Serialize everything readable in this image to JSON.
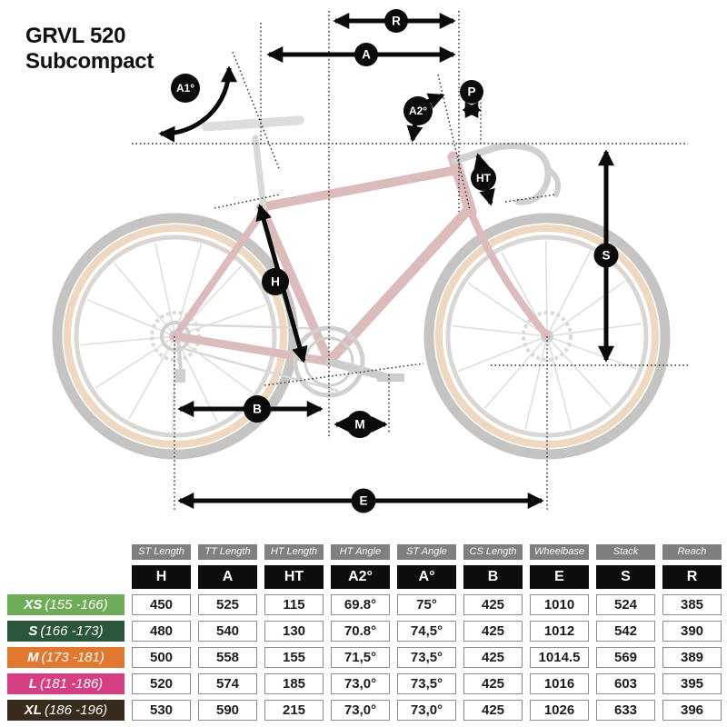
{
  "title": {
    "line1": "GRVL 520",
    "line2": "Subcompact"
  },
  "diagram": {
    "badges": [
      {
        "label": "R"
      },
      {
        "label": "A"
      },
      {
        "label": "A1°"
      },
      {
        "label": "A2°"
      },
      {
        "label": "P"
      },
      {
        "label": "HT"
      },
      {
        "label": "S"
      },
      {
        "label": "H"
      },
      {
        "label": "B"
      },
      {
        "label": "M"
      },
      {
        "label": "E"
      }
    ]
  },
  "table": {
    "header_bg": "#7f7f7f",
    "letter_row_bg": "#0d0d0d",
    "headers": [
      "ST Length",
      "TT Length",
      "HT Length",
      "HT Angle",
      "ST Angle",
      "CS Length",
      "Wheelbase",
      "Stack",
      "Reach"
    ],
    "letters": [
      "H",
      "A",
      "HT",
      "A2°",
      "A°",
      "B",
      "E",
      "S",
      "R"
    ],
    "rows": [
      {
        "size": "XS",
        "range": "(155 -166)",
        "color": "#6fac58",
        "values": [
          "450",
          "525",
          "115",
          "69.8°",
          "75°",
          "425",
          "1010",
          "524",
          "385"
        ]
      },
      {
        "size": "S",
        "range": "(166 -173)",
        "color": "#2a5639",
        "values": [
          "480",
          "540",
          "130",
          "70.8°",
          "74,5°",
          "425",
          "1012",
          "542",
          "390"
        ]
      },
      {
        "size": "M",
        "range": "(173 -181)",
        "color": "#e2782f",
        "values": [
          "500",
          "558",
          "155",
          "71,5°",
          "73,5°",
          "425",
          "1014.5",
          "569",
          "389"
        ]
      },
      {
        "size": "L",
        "range": "(181 -186)",
        "color": "#d63f82",
        "values": [
          "520",
          "574",
          "185",
          "73,0°",
          "73,5°",
          "425",
          "1016",
          "603",
          "395"
        ]
      },
      {
        "size": "XL",
        "range": "(186 -196)",
        "color": "#382b1c",
        "values": [
          "530",
          "590",
          "215",
          "73,0°",
          "73,0°",
          "425",
          "1026",
          "633",
          "396"
        ]
      }
    ]
  }
}
